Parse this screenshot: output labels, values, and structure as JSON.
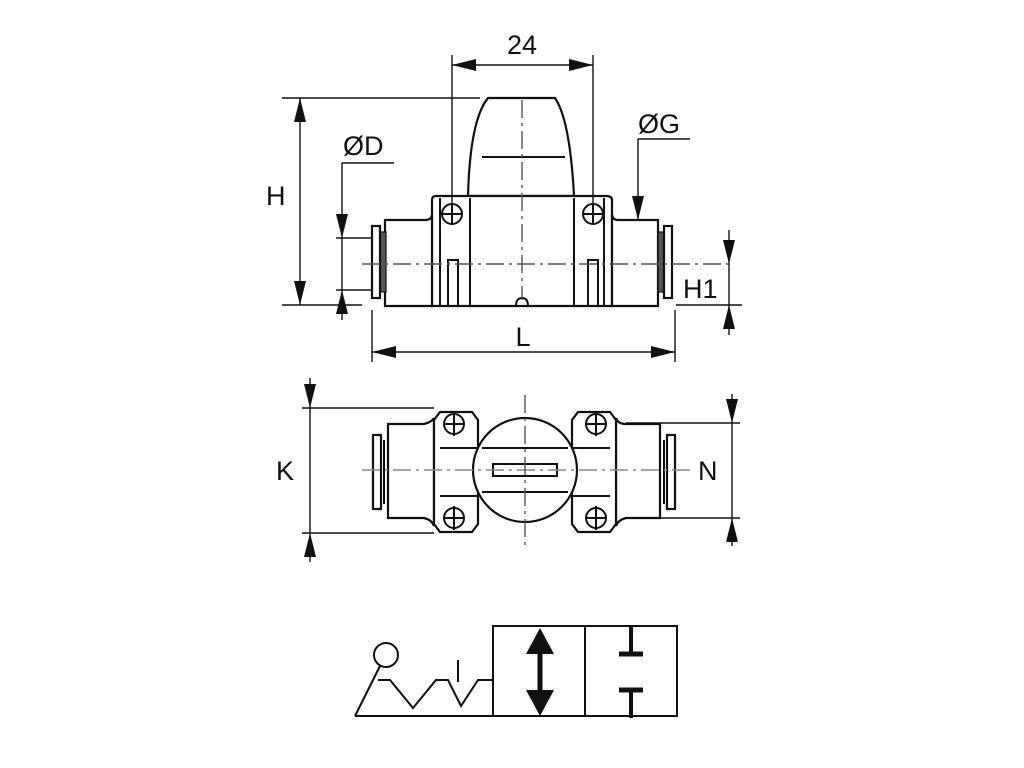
{
  "drawing": {
    "title": "Push-in fitting ball valve dimensional drawing",
    "front_view": {
      "dimensions": {
        "width_label": "24",
        "height_label": "H",
        "diameter_d_label": "ØD",
        "diameter_g_label": "ØG",
        "height1_label": "H1",
        "length_label": "L"
      }
    },
    "top_view": {
      "dimensions": {
        "k_label": "K",
        "n_label": "N"
      }
    },
    "symbol": {
      "type": "2/2 manual valve pneumatic symbol",
      "actuator": "lever with detent",
      "positions": [
        "open (flow)",
        "closed (blocked)"
      ]
    }
  },
  "colors": {
    "line": "#111111",
    "background": "#ffffff",
    "centerline": "#555555"
  }
}
